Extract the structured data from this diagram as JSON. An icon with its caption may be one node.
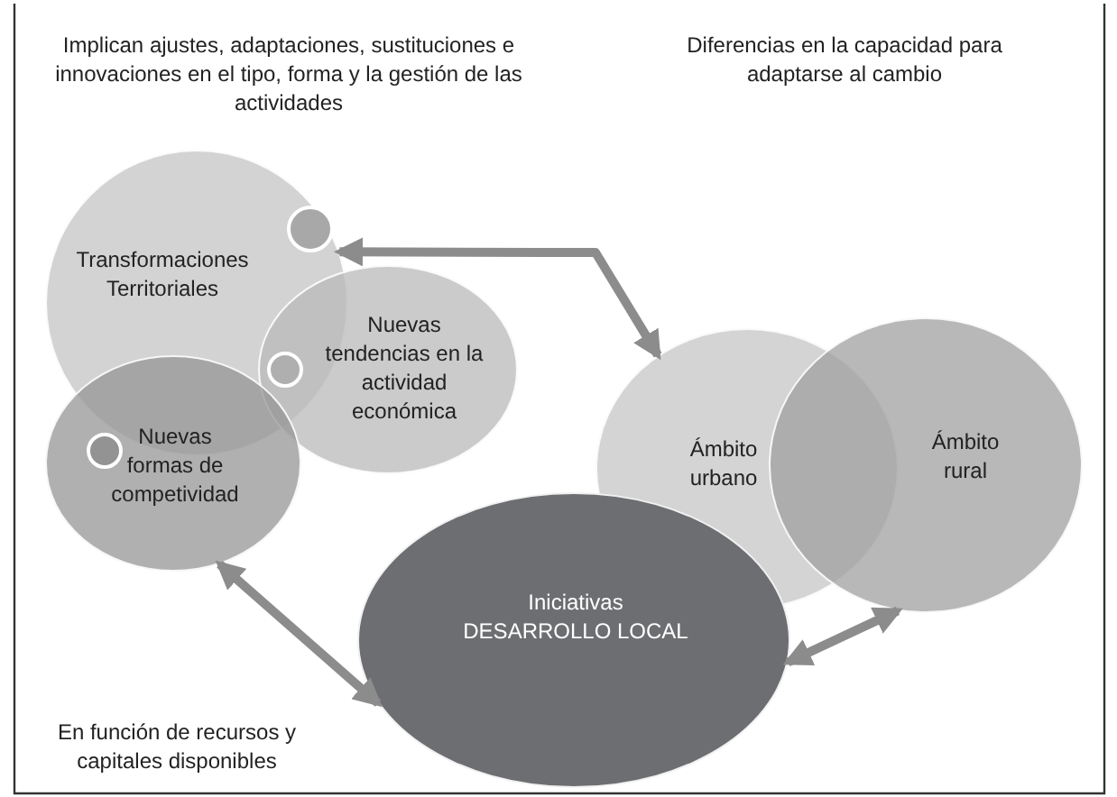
{
  "diagram": {
    "nodes": [
      {
        "text": [
          "Transformaciones Territoriales"
        ]
      },
      {
        "text": [
          "Nuevas tendencias en la actividad económica"
        ]
      },
      {
        "text": [
          "Nuevas formas de competividad"
        ]
      },
      {
        "text": [
          "Ámbito urbano"
        ]
      },
      {
        "text": [
          "Ámbito rural"
        ]
      },
      {
        "text": [
          "Iniciativas DESARROLLO LOCAL"
        ]
      }
    ],
    "edges": [
      {
        "from": 0,
        "to": 3,
        "arrow": "both"
      },
      {
        "from": 5,
        "to": 2,
        "arrow": "both"
      },
      {
        "from": 5,
        "to": 4,
        "arrow": "both"
      }
    ],
    "labels": [
      "Implican ajustes, adaptaciones, sustituciones e innovaciones en el tipo, forma y la gestión de las actividades",
      "Diferencias en la capacidad para adaptarse al cambio",
      "En función de recursos y capitales disponibles"
    ]
  }
}
